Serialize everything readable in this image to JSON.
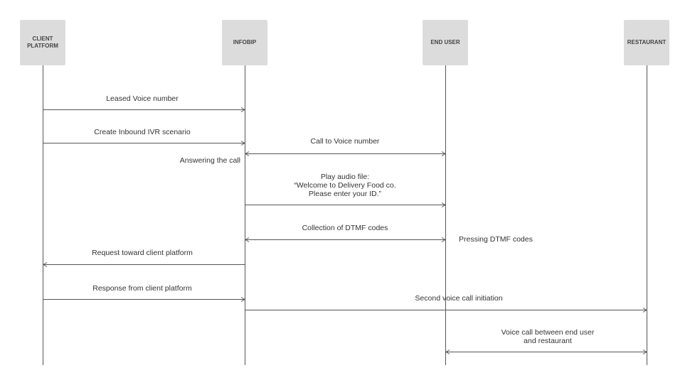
{
  "actors": {
    "client": "CLIENT\nPLATFORM",
    "infobip": "INFOBIP",
    "end_user": "END USER",
    "restaurant": "RESTAURANT"
  },
  "messages": {
    "leased": "Leased Voice number",
    "create_ivr": "Create Inbound IVR scenario",
    "call_to_voice": "Call to Voice number",
    "answering": "Answering the call",
    "play_audio": "Play audio file:\n“Welcome to Delivery Food co.\nPlease enter your ID.”",
    "collection": "Collection of DTMF codes",
    "pressing": "Pressing DTMF codes",
    "request": "Request toward client platform",
    "response": "Response from client platform",
    "second_call": "Second voice call initiation",
    "voice_between": "Voice call between end user\nand restaurant"
  }
}
